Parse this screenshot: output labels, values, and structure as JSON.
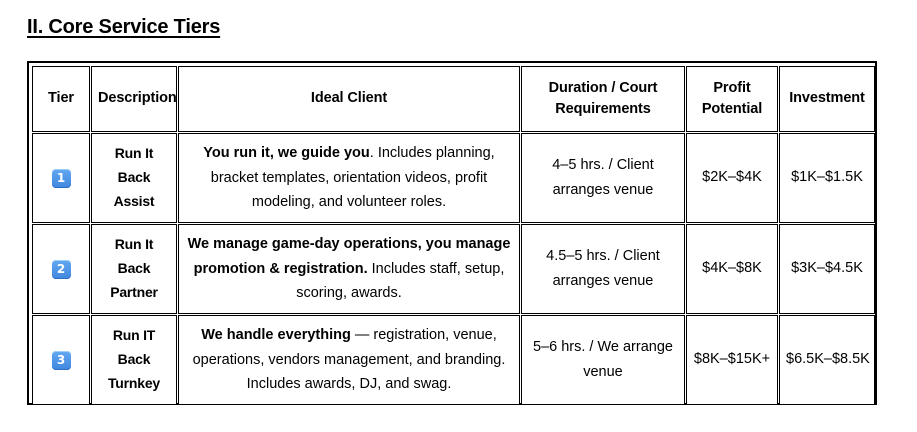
{
  "document": {
    "section_title": "II. Core Service Tiers"
  },
  "table": {
    "headers": {
      "tier": "Tier",
      "description": "Description",
      "ideal_client": "Ideal Client",
      "duration": "Duration / Court Requirements",
      "duration_line1": "Duration / Court",
      "duration_line2": "Requirements",
      "profit": "Profit Potential",
      "profit_line1": "Profit",
      "profit_line2": "Potential",
      "investment": "Investment"
    },
    "badge_color": "#3f87e0",
    "badge_highlight": "#9ccdfb",
    "rows": [
      {
        "tier": "1",
        "description": "Run It Back Assist",
        "ideal_client_lead": "You run it, we guide you",
        "ideal_client_rest": ". Includes planning, bracket templates, orientation videos, profit modeling, and volunteer roles.",
        "duration": "4–5 hrs.  / Client arranges venue",
        "profit_potential": "$2K–$4K",
        "investment": "$1K–$1.5K"
      },
      {
        "tier": "2",
        "description": "Run It Back Partner",
        "ideal_client_lead": "We manage game-day operations, you manage promotion & registration.",
        "ideal_client_rest": " Includes staff, setup, scoring, awards.",
        "duration": "4.5–5 hrs. / Client arranges venue",
        "profit_potential": "$4K–$8K",
        "investment": "$3K–$4.5K"
      },
      {
        "tier": "3",
        "description": "Run IT Back Turnkey",
        "ideal_client_lead": "We handle everything",
        "ideal_client_rest": " — registration, venue, operations, vendors management, and branding. Includes awards, DJ, and swag.",
        "duration": "5–6 hrs. / We arrange venue",
        "profit_potential": "$8K–$15K+",
        "investment": "$6.5K–$8.5K"
      }
    ]
  }
}
